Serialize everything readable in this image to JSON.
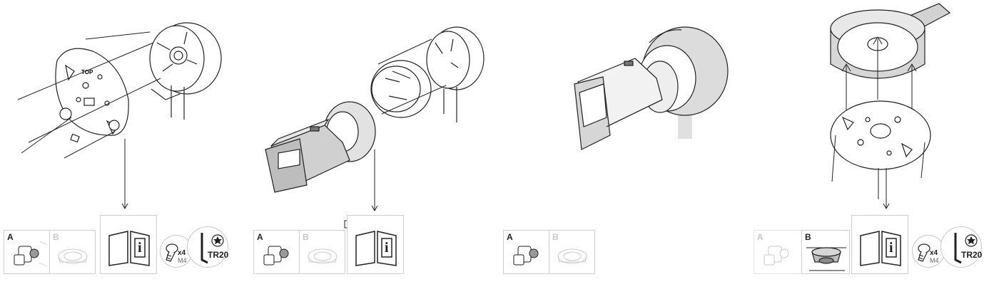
{
  "steps": [
    {
      "mount_options": [
        {
          "letter": "A",
          "selected": true
        },
        {
          "letter": "B",
          "selected": false
        }
      ],
      "info_glyph": "i",
      "screw": {
        "count": "x4",
        "size": "M4"
      },
      "tool": {
        "label": "TR20"
      }
    },
    {
      "mount_options": [
        {
          "letter": "A",
          "selected": true
        },
        {
          "letter": "B",
          "selected": false
        }
      ],
      "info_glyph": "i"
    },
    {
      "mount_options": [
        {
          "letter": "A",
          "selected": true
        },
        {
          "letter": "B",
          "selected": false
        }
      ]
    },
    {
      "mount_options": [
        {
          "letter": "A",
          "selected": false
        },
        {
          "letter": "B",
          "selected": true
        }
      ],
      "info_glyph": "i",
      "screw": {
        "count": "x4",
        "size": "M4"
      },
      "tool": {
        "label": "TR20"
      }
    }
  ],
  "plate_marking": "TOP",
  "icons": {
    "camera": "camera-outline-icon",
    "dome": "dome-camera-icon",
    "manual": "open-book-info-icon",
    "screw": "torx-screw-icon",
    "key": "torx-key-icon",
    "torx": "torx-star-icon"
  },
  "colors": {
    "line": "#222222",
    "light_line": "#cccccc",
    "shade": "#d9d9d9"
  }
}
